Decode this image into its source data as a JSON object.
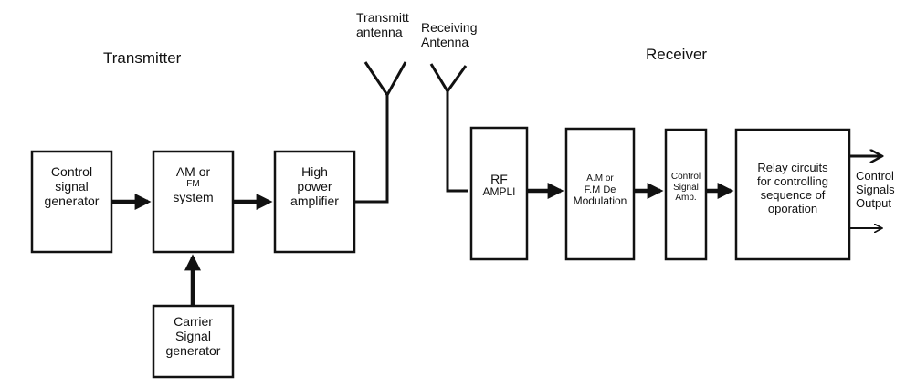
{
  "diagram": {
    "transmitter_title": "Transmitter",
    "receiver_title": "Receiver",
    "transmit_antenna_label": [
      "Transmitt",
      "antenna"
    ],
    "receiving_antenna_label": [
      "Receiving",
      "Antenna"
    ],
    "blocks": {
      "control_signal_generator": [
        "Control",
        "signal",
        "generator"
      ],
      "am_fm_system": [
        "AM or",
        "FM",
        "system"
      ],
      "high_power_amplifier": [
        "High",
        "power",
        "amplifier"
      ],
      "carrier_signal_generator": [
        "Carrier",
        "Signal",
        "generator"
      ],
      "rf_ampli": [
        "RF",
        "AMPLI"
      ],
      "am_fm_demodulation": [
        "A.M or",
        "F.M De",
        "Modulation"
      ],
      "control_signal_amp": [
        "Control",
        "Signal",
        "Amp."
      ],
      "relay_circuits": [
        "Relay circuits",
        "for controlling",
        "sequence of",
        "oporation"
      ]
    },
    "output_label": [
      "Control",
      "Signals",
      "Output"
    ]
  }
}
